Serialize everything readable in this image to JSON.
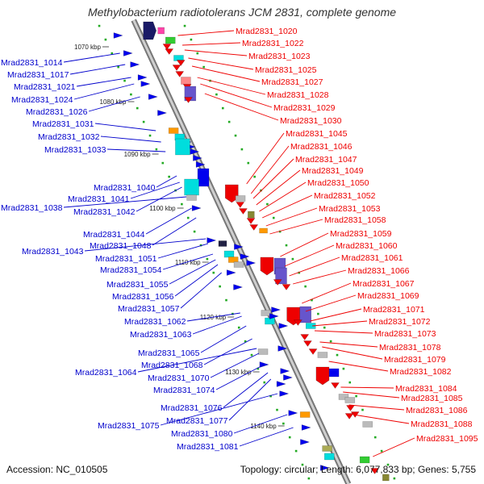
{
  "title": "Methylobacterium radiotolerans JCM 2831, complete genome",
  "accession": "Accession: NC_010505",
  "summary": "Topology: circular; Length: 6,077,833 bp; Genes: 5,755",
  "colors": {
    "backbone": "#999999",
    "track_dot": "#22aa22",
    "left_labels": "#0000cc",
    "right_labels": "#ee0000",
    "plus_strand": "#0000ee",
    "minus_strand": "#ee0000",
    "cyan_feature": "#00dddd",
    "purple_feature": "#6655cc",
    "orange_feature": "#ff9900"
  },
  "ticks": [
    "1070 kbp",
    "1080 kbp",
    "1090 kbp",
    "1100 kbp",
    "1110 kbp",
    "1120 kbp",
    "1130 kbp",
    "1140 kbp"
  ],
  "left_labels": [
    "Mrad2831_1014",
    "Mrad2831_1017",
    "Mrad2831_1021",
    "Mrad2831_1024",
    "Mrad2831_1026",
    "Mrad2831_1031",
    "Mrad2831_1032",
    "Mrad2831_1033",
    "Mrad2831_1040",
    "Mrad2831_1041",
    "Mrad2831_1038",
    "Mrad2831_1042",
    "Mrad2831_1044",
    "Mrad2831_1048",
    "Mrad2831_1043",
    "Mrad2831_1051",
    "Mrad2831_1054",
    "Mrad2831_1055",
    "Mrad2831_1056",
    "Mrad2831_1057",
    "Mrad2831_1062",
    "Mrad2831_1063",
    "Mrad2831_1065",
    "Mrad2831_1068",
    "Mrad2831_1064",
    "Mrad2831_1070",
    "Mrad2831_1074",
    "Mrad2831_1076",
    "Mrad2831_1077",
    "Mrad2831_1075",
    "Mrad2831_1080",
    "Mrad2831_1081"
  ],
  "right_labels": [
    "Mrad2831_1020",
    "Mrad2831_1022",
    "Mrad2831_1023",
    "Mrad2831_1025",
    "Mrad2831_1027",
    "Mrad2831_1028",
    "Mrad2831_1029",
    "Mrad2831_1030",
    "Mrad2831_1045",
    "Mrad2831_1046",
    "Mrad2831_1047",
    "Mrad2831_1049",
    "Mrad2831_1050",
    "Mrad2831_1052",
    "Mrad2831_1053",
    "Mrad2831_1058",
    "Mrad2831_1059",
    "Mrad2831_1060",
    "Mrad2831_1061",
    "Mrad2831_1066",
    "Mrad2831_1067",
    "Mrad2831_1069",
    "Mrad2831_1071",
    "Mrad2831_1072",
    "Mrad2831_1073",
    "Mrad2831_1078",
    "Mrad2831_1079",
    "Mrad2831_1082",
    "Mrad2831_1084",
    "Mrad2831_1085",
    "Mrad2831_1086",
    "Mrad2831_1088",
    "Mrad2831_1095"
  ]
}
